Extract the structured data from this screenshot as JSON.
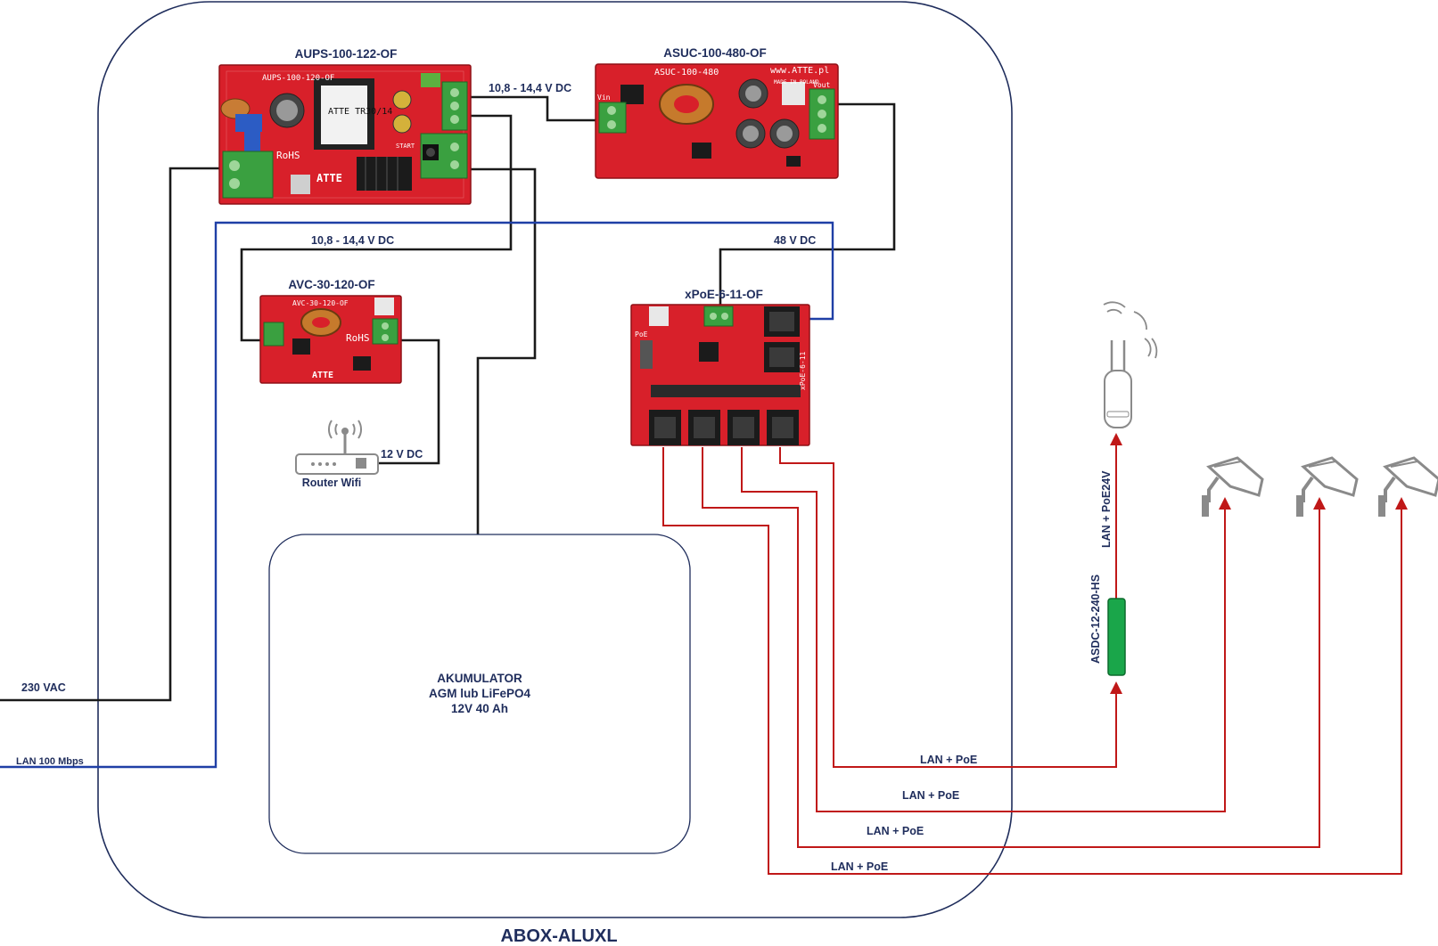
{
  "title": "ABOX-ALUXL",
  "modules": {
    "aups": "AUPS-100-122-OF",
    "asuc": "ASUC-100-480-OF",
    "avc": "AVC-30-120-OF",
    "xpoe": "xPoE-6-11-OF",
    "asdc": "ASDC-12-240-HS"
  },
  "board_silkscreen": {
    "aups_top": "AUPS-100-120-OF",
    "aups_transformer": "ATTE TR30/14",
    "aups_rohs": "RoHS",
    "aups_logo": "ATTE",
    "aups_start": "START",
    "asuc_top": "ASUC-100-480",
    "asuc_www": "www.ATTE.pl",
    "asuc_made": "MADE IN POLAND",
    "asuc_vin": "Vin",
    "asuc_vout": "Vout",
    "avc_top": "AVC-30-120-OF",
    "avc_rohs": "RoHS",
    "avc_logo": "ATTE",
    "xpoe_poe": "PoE",
    "xpoe_side": "xPoE-6-11"
  },
  "devices": {
    "router": "Router Wifi"
  },
  "battery": {
    "line1": "AKUMULATOR",
    "line2": "AGM lub LiFePO4",
    "line3": "12V 40 Ah"
  },
  "wires": {
    "aups_to_asuc": "10,8 - 14,4 V DC",
    "aups_to_avc": "10,8 - 14,4 V DC",
    "asuc_to_xpoe": "48 V DC",
    "avc_to_router": "12 V DC",
    "mains": "230 VAC",
    "lan_in": "LAN 100 Mbps",
    "lan_poe_1": "LAN + PoE",
    "lan_poe_2": "LAN + PoE",
    "lan_poe_3": "LAN + PoE",
    "lan_poe_4": "LAN + PoE",
    "lan_poe24": "LAN + PoE24V"
  },
  "colors": {
    "power_wire": "#1a1a1a",
    "lan_wire": "#1f3fa6",
    "poe_wire": "#c01818",
    "enclosure": "#1f2d5c",
    "pcb": "#d8202a",
    "asdc": "#1aa64a",
    "icon_grey": "#8a8a8a"
  }
}
